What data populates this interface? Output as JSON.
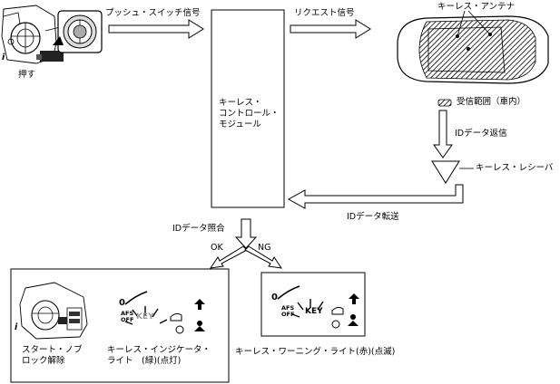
{
  "labels": {
    "push_switch_signal": "プッシュ・スイッチ信号",
    "request_signal": "リクエスト信号",
    "keyless_antenna": "キーレス・アンテナ",
    "push": "押す",
    "module_name": "キーレス・\nコントロール・\nモジュール",
    "reception_range": "受信範囲（車内）",
    "id_reply": "IDデータ返信",
    "keyless_receiver": "キーレス・レシーバ",
    "id_transfer": "IDデータ転送",
    "id_match": "IDデータ照合",
    "ok": "OK",
    "ng": "NG",
    "start_knob_unlock": "スタート・ノブ\nロック解除",
    "keyless_indicator": "キーレス・インジケータ・\nライト　(緑)(点灯)",
    "keyless_warning": "キーレス・ワーニング・ライト(赤)(点滅)"
  },
  "glyphs": {
    "info_mark": "i",
    "afs_on": "AFS",
    "afs_off": "OFF",
    "key_text": "KEY",
    "zero": "0"
  }
}
